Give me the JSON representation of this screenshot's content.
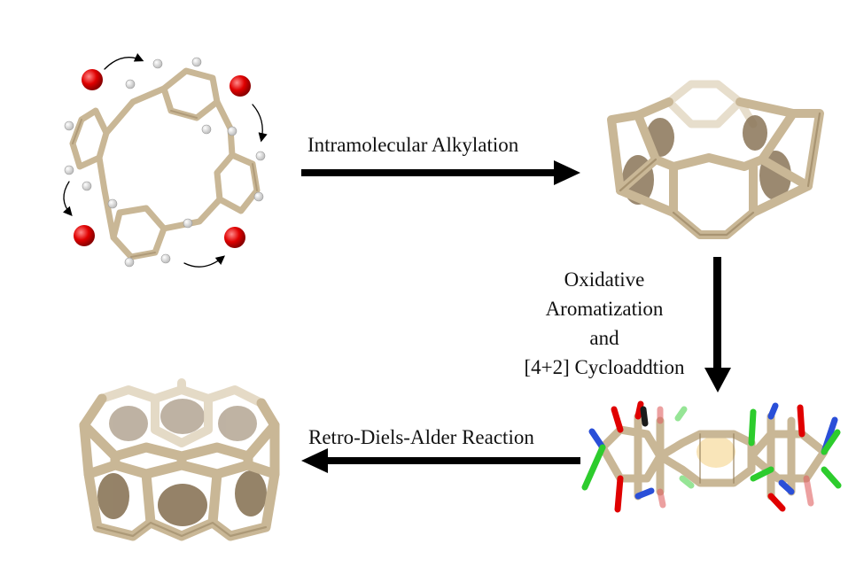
{
  "steps": {
    "step1": "Intramolecular Alkylation",
    "step2_lines": [
      "Oxidative",
      "Aromatization",
      "and",
      "[4+2] Cycloaddtion"
    ],
    "step3": "Retro-Diels-Alder Reaction"
  },
  "colors": {
    "bond": "#c9b796",
    "bond_dark": "#9a8562",
    "ring_fill": "#8a7558",
    "oxygen": "#e00000",
    "hydrogen": "#eeeeee",
    "nitrogen": "#2a4fd8",
    "chlorine": "#2dcc2d",
    "arrow": "#000000"
  }
}
